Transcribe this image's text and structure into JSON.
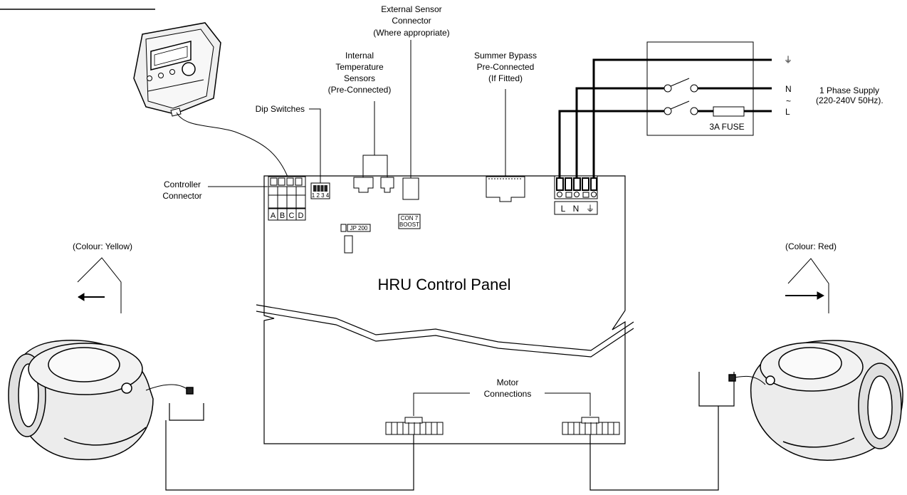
{
  "labels": {
    "ext_sensor": [
      "External Sensor",
      "Connector",
      "(Where appropriate)"
    ],
    "internal_temp": [
      "Internal",
      "Temperature",
      "Sensors",
      "(Pre-Connected)"
    ],
    "summer_bypass": [
      "Summer Bypass",
      "Pre-Connected",
      "(If Fitted)"
    ],
    "dip_switches": "Dip Switches",
    "controller_connector": [
      "Controller",
      "Connector"
    ],
    "motor_connections": [
      "Motor",
      "Connections"
    ],
    "colour_yellow": "(Colour: Yellow)",
    "colour_red": "(Colour: Red)",
    "panel_title": "HRU Control Panel",
    "phase_supply": [
      "1 Phase Supply",
      "(220-240V 50Hz)."
    ],
    "fuse": "3A FUSE",
    "supply_n": "N",
    "supply_tilde": "~",
    "supply_l": "L",
    "earth_symbol": "⏚",
    "terminal_l": "L",
    "terminal_n": "N",
    "con7": [
      "CON 7",
      "BOOST"
    ],
    "jp200": "JP 200",
    "dip_numbers": "1 2 3 4",
    "abcd": [
      "A",
      "B",
      "C",
      "D"
    ]
  }
}
